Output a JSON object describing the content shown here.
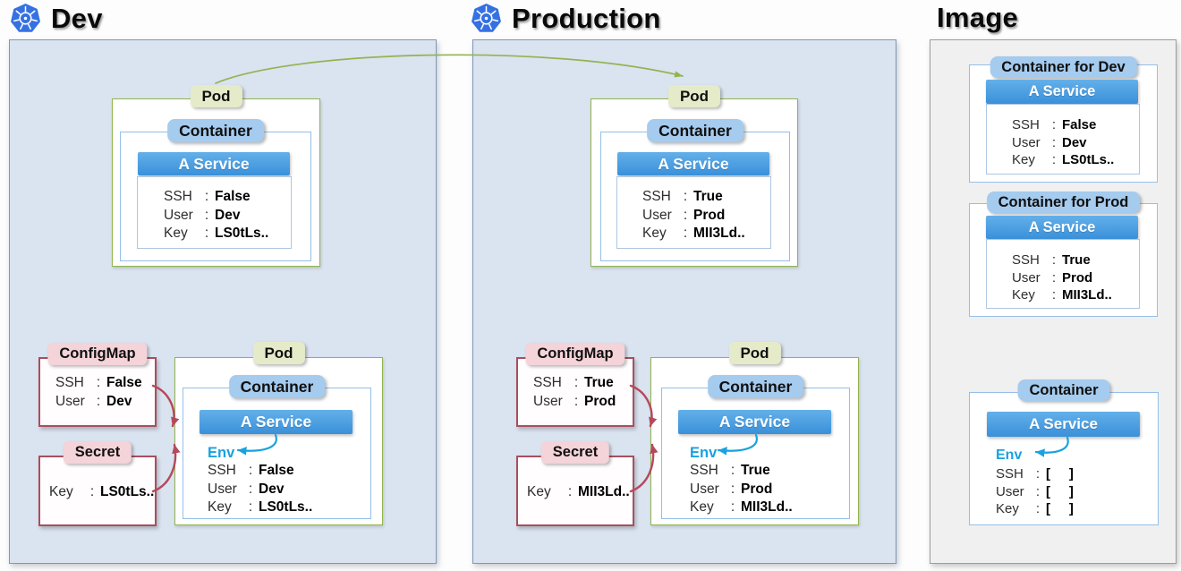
{
  "page": {
    "title_dev": "Dev",
    "title_production": "Production",
    "title_image": "Image"
  },
  "labels": {
    "pod": "Pod",
    "container": "Container",
    "service": "A Service",
    "configmap": "ConfigMap",
    "secret": "Secret",
    "env": "Env",
    "container_for_dev": "Container for Dev",
    "container_for_prod": "Container for Prod"
  },
  "fields": {
    "ssh": "SSH",
    "user": "User",
    "key": "Key",
    "colon": ":"
  },
  "dev": {
    "pod_top": {
      "ssh": "False",
      "user": "Dev",
      "key": "LS0tLs.."
    },
    "configmap": {
      "ssh": "False",
      "user": "Dev"
    },
    "secret": {
      "key": "LS0tLs.."
    },
    "pod_env": {
      "ssh": "False",
      "user": "Dev",
      "key": "LS0tLs.."
    }
  },
  "production": {
    "pod_top": {
      "ssh": "True",
      "user": "Prod",
      "key": "MII3Ld.."
    },
    "configmap": {
      "ssh": "True",
      "user": "Prod"
    },
    "secret": {
      "key": "MII3Ld.."
    },
    "pod_env": {
      "ssh": "True",
      "user": "Prod",
      "key": "MII3Ld.."
    }
  },
  "image": {
    "container_dev": {
      "ssh": "False",
      "user": "Dev",
      "key": "LS0tLs.."
    },
    "container_prod": {
      "ssh": "True",
      "user": "Prod",
      "key": "MII3Ld.."
    },
    "container_template": {
      "ssh": "[     ]",
      "user": "[     ]",
      "key": "[     ]"
    }
  },
  "icons": {
    "kubernetes": "kubernetes-helm-wheel"
  },
  "colors": {
    "panel_bg": "#dae3f0",
    "panel_border": "#7f97b8",
    "image_panel_bg": "#f0f0f0",
    "image_panel_border": "#9d9d9d",
    "pod_tag_bg": "#e5ebc9",
    "pod_border": "#92b44c",
    "container_tag_bg": "#a5cbee",
    "container_border": "#95bfe8",
    "service_gradient_top": "#63b0ea",
    "service_gradient_bottom": "#3a90d9",
    "configmap_tag_bg": "#f4d3d9",
    "configmap_border": "#a74f5f",
    "arrow_red": "#b5495b",
    "arrow_green": "#92b450",
    "env_cyan": "#18a2e0",
    "kubernetes_blue": "#3571e3"
  }
}
